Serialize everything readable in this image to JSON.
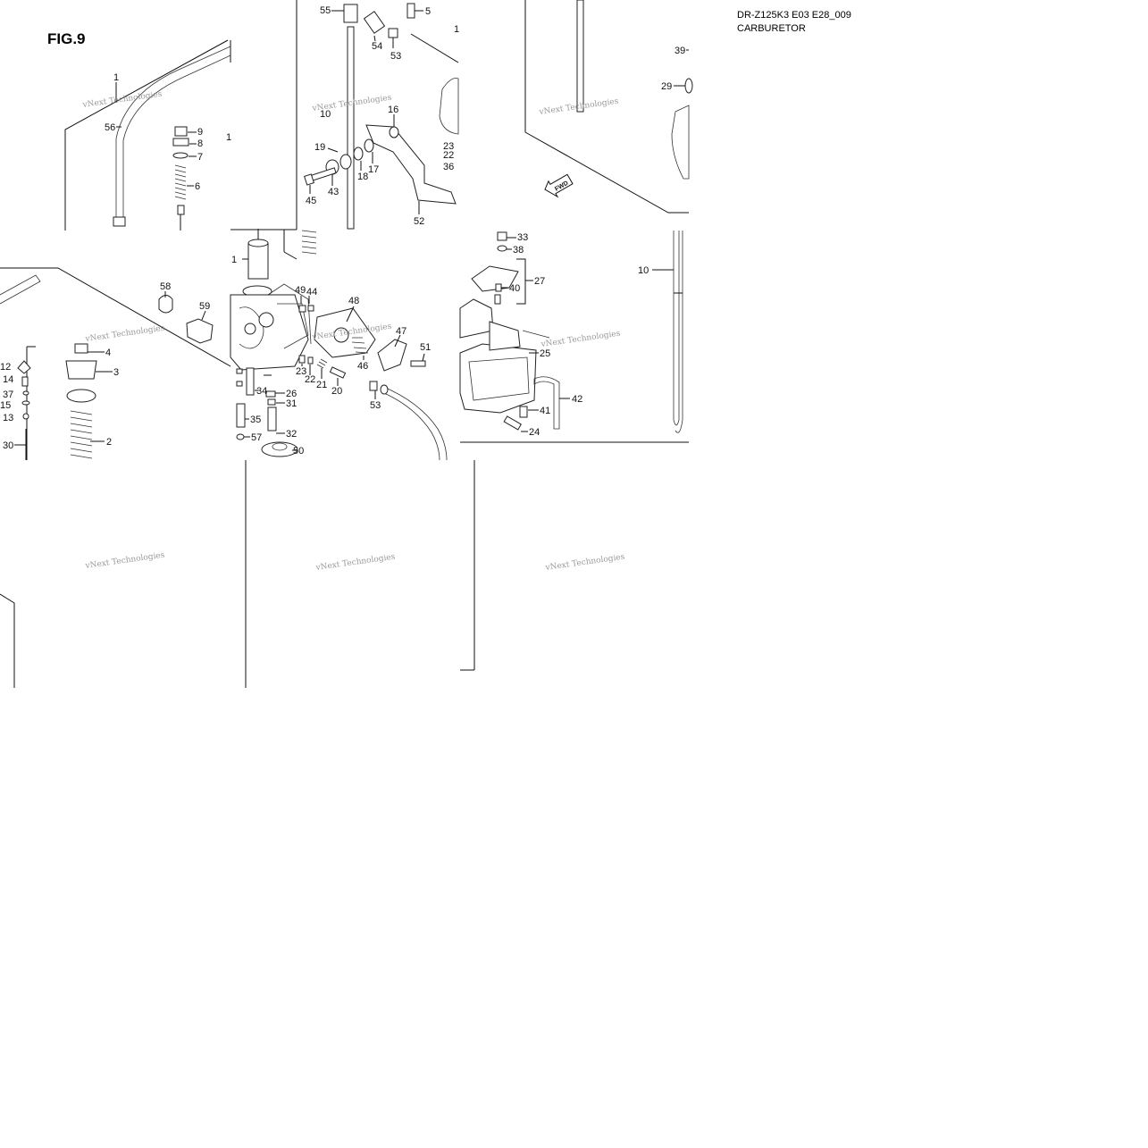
{
  "figure": {
    "title": "FIG.9"
  },
  "header": {
    "model_code": "DR-Z125K3 E03 E28_009",
    "section": "CARBURETOR"
  },
  "watermark": {
    "text": "vNext Technologies"
  },
  "fwd_label": "FWD",
  "callouts": {
    "p1_1": "1",
    "p1_56": "56",
    "p1_9": "9",
    "p1_8": "8",
    "p1_7": "7",
    "p1_6": "6",
    "p1_1b": "1",
    "p2_55": "55",
    "p2_5": "5",
    "p2_1": "1",
    "p2_54": "54",
    "p2_53": "53",
    "p2_10": "10",
    "p2_16": "16",
    "p2_19": "19",
    "p2_17": "17",
    "p2_18": "18",
    "p2_43": "43",
    "p2_45": "45",
    "p2_23": "23",
    "p2_22": "22",
    "p2_36": "36",
    "p2_52": "52",
    "p3_39": "39",
    "p3_29": "29",
    "p4_58": "58",
    "p4_59": "59",
    "p4_4": "4",
    "p4_12": "12",
    "p4_3": "3",
    "p4_14": "14",
    "p4_37": "37",
    "p4_15": "15",
    "p4_13": "13",
    "p4_2": "2",
    "p4_30": "30",
    "p5_1": "1",
    "p5_49": "49",
    "p5_44": "44",
    "p5_48": "48",
    "p5_47": "47",
    "p5_51": "51",
    "p5_46": "46",
    "p5_23": "23",
    "p5_22": "22",
    "p5_21": "21",
    "p5_20": "20",
    "p5_34": "34",
    "p5_26": "26",
    "p5_31": "31",
    "p5_35": "35",
    "p5_32": "32",
    "p5_57": "57",
    "p5_50": "50",
    "p5_53": "53",
    "p6_33": "33",
    "p6_38": "38",
    "p6_27": "27",
    "p6_40": "40",
    "p6_25": "25",
    "p6_42": "42",
    "p6_41": "41",
    "p6_24": "24",
    "p7_10": "10"
  }
}
